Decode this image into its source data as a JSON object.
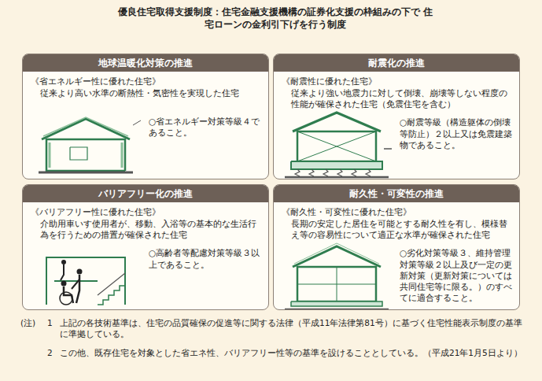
{
  "diagram": {
    "title": "優良住宅取得支援制度：住宅金融支援機構の証券化支援の枠組みの下で 住宅ローンの金利引下げを行う制度",
    "nodes": [
      {
        "text": [
          "地球温暖化対策の推進",
          "《省エネルギー性に優れた住宅》",
          "従来より高い水準の断熱性・気密性を実現した住宅",
          "○省エネルギー対策等級４であること。"
        ]
      },
      {
        "text": [
          "耐震化の推進",
          "《耐震性に優れた住宅》",
          "従来より強い地震力に対して倒壊、崩壊等しない程度の性能が確保された住宅（免震住宅を含む）",
          "○耐震等級（構造躯体の倒壊等防止）２以上又は免震建築物であること。"
        ]
      },
      {
        "text": [
          "バリアフリー化の推進",
          "《バリアフリー性に優れた住宅》",
          "介助用車いす使用者が、移動、入浴等の基本的な生活行為を行うための措置が確保された住宅",
          "○高齢者等配慮対策等級３以上であること。"
        ]
      },
      {
        "text": [
          "耐久性・可変性の推進",
          "《耐久性・可変性に優れた住宅》",
          "長期の安定した居住を可能とする耐久性を有し、模様替え等の容易性について適正な水準が確保された住宅",
          "○劣化対策等級３、維持管理対策等級２以上及び一定の更新対策（更新対策については共同住宅等に限る。）のすべてに適合すること。"
        ]
      }
    ],
    "labels": [
      "(注)",
      "1",
      "上記の各技術基準は、住宅の品質確保の促進等に関する法律（平成11年法律第81号）に基づく住宅性能表示制度の基準に準拠している。",
      "2",
      "この他、既存住宅を対象とした省エネ性、バリアフリー性等の基準を設けることとしている。（平成21年1月5日より）"
    ]
  }
}
